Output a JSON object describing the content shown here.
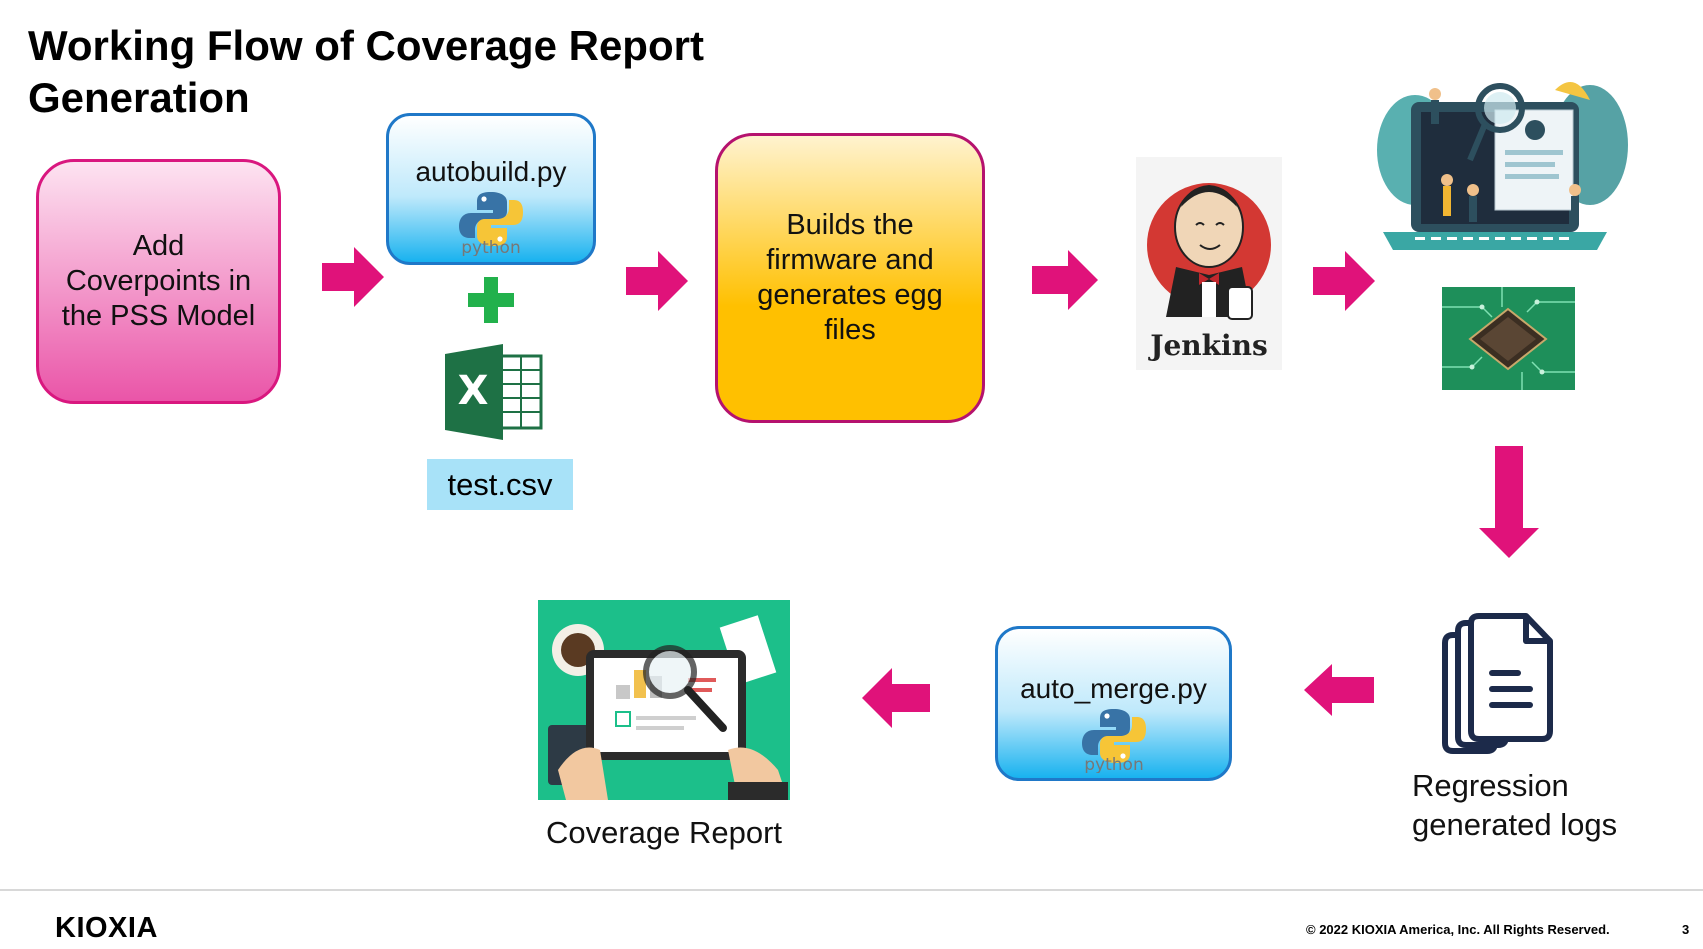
{
  "slide": {
    "title": "Working Flow of Coverage Report Generation",
    "page_number": "3"
  },
  "steps": {
    "add_coverpoints": "Add Coverpoints in the PSS Model",
    "autobuild": "autobuild.py",
    "csv_file": "test.csv",
    "build_firmware": "Builds the firmware and generates egg files",
    "jenkins": "Jenkins",
    "regression_logs": "Regression generated logs",
    "auto_merge": "auto_merge.py",
    "coverage_report": "Coverage Report"
  },
  "python_logo_text": "python",
  "excel_logo_letter": "X",
  "footer": {
    "brand": "KIOXIA",
    "copyright": "© 2022 KIOXIA America, Inc. All Rights Reserved."
  },
  "colors": {
    "arrow": "#e0127a",
    "plus": "#22b14c",
    "pink_box": "#ea55a8",
    "orange_box": "#ffc000",
    "python_box": "#18b2ef",
    "excel_green": "#1e7145"
  }
}
